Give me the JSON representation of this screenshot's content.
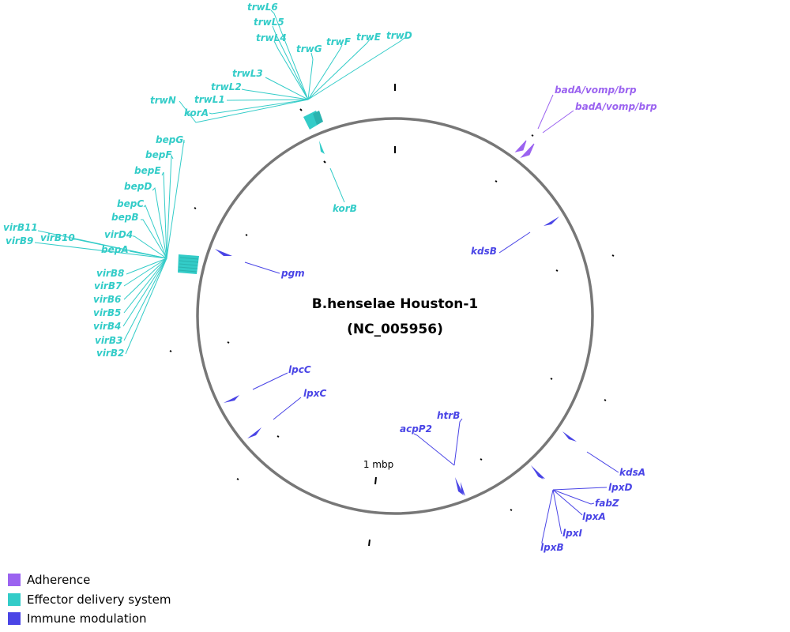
{
  "title": {
    "line1": "B.henselae Houston-1",
    "line2": "(NC_005956)"
  },
  "scale_label": "1 mbp",
  "colors": {
    "adherence": "#9b63f0",
    "effector": "#33ccc8",
    "immune": "#4a45e6",
    "ring": "#777777"
  },
  "legend": [
    {
      "label": "Adherence",
      "color": "#9b63f0"
    },
    {
      "label": "Effector delivery system",
      "color": "#33ccc8"
    },
    {
      "label": "Immune modulation",
      "color": "#4a45e6"
    }
  ],
  "gene_labels": {
    "adherence": [
      "badA/vomp/brp",
      "badA/vomp/brp"
    ],
    "effector_top": [
      "trwL6",
      "trwL5",
      "trwL4",
      "trwG",
      "trwF",
      "trwE",
      "trwD",
      "trwL3",
      "trwL2",
      "trwL1",
      "trwN",
      "korA"
    ],
    "effector_korB": [
      "korB"
    ],
    "effector_left": [
      "bepG",
      "bepF",
      "bepE",
      "bepD",
      "bepC",
      "bepB",
      "virD4",
      "virB11",
      "virB10",
      "virB9",
      "bepA",
      "virB8",
      "virB7",
      "virB6",
      "virB5",
      "virB4",
      "virB3",
      "virB2"
    ],
    "immune": [
      "kdsB",
      "pgm",
      "lpcC",
      "lpxC",
      "htrB",
      "acpP2",
      "kdsA",
      "lpxD",
      "fabZ",
      "lpxA",
      "lpxI",
      "lpxB"
    ]
  }
}
